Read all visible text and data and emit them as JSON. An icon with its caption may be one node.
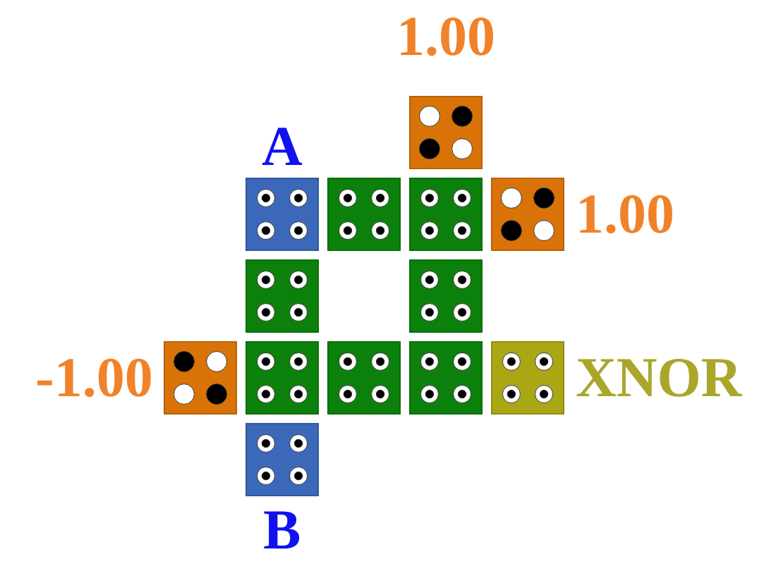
{
  "diagram": {
    "nodes": [
      {
        "text": [],
        "shape": "box",
        "beside": [
          "1.00"
        ]
      },
      {
        "text": [],
        "shape": "box",
        "beside": [
          "A"
        ]
      },
      {
        "text": [],
        "shape": "box"
      },
      {
        "text": [],
        "shape": "box"
      },
      {
        "text": [],
        "shape": "box",
        "beside": [
          "1.00"
        ]
      },
      {
        "text": [],
        "shape": "box"
      },
      {
        "text": [],
        "shape": "box"
      },
      {
        "text": [],
        "shape": "box",
        "beside": [
          "-1.00"
        ]
      },
      {
        "text": [],
        "shape": "box"
      },
      {
        "text": [],
        "shape": "box"
      },
      {
        "text": [],
        "shape": "box"
      },
      {
        "text": [],
        "shape": "box",
        "beside": [
          "XNOR"
        ]
      },
      {
        "text": [],
        "shape": "box",
        "beside": [
          "B"
        ]
      }
    ]
  }
}
